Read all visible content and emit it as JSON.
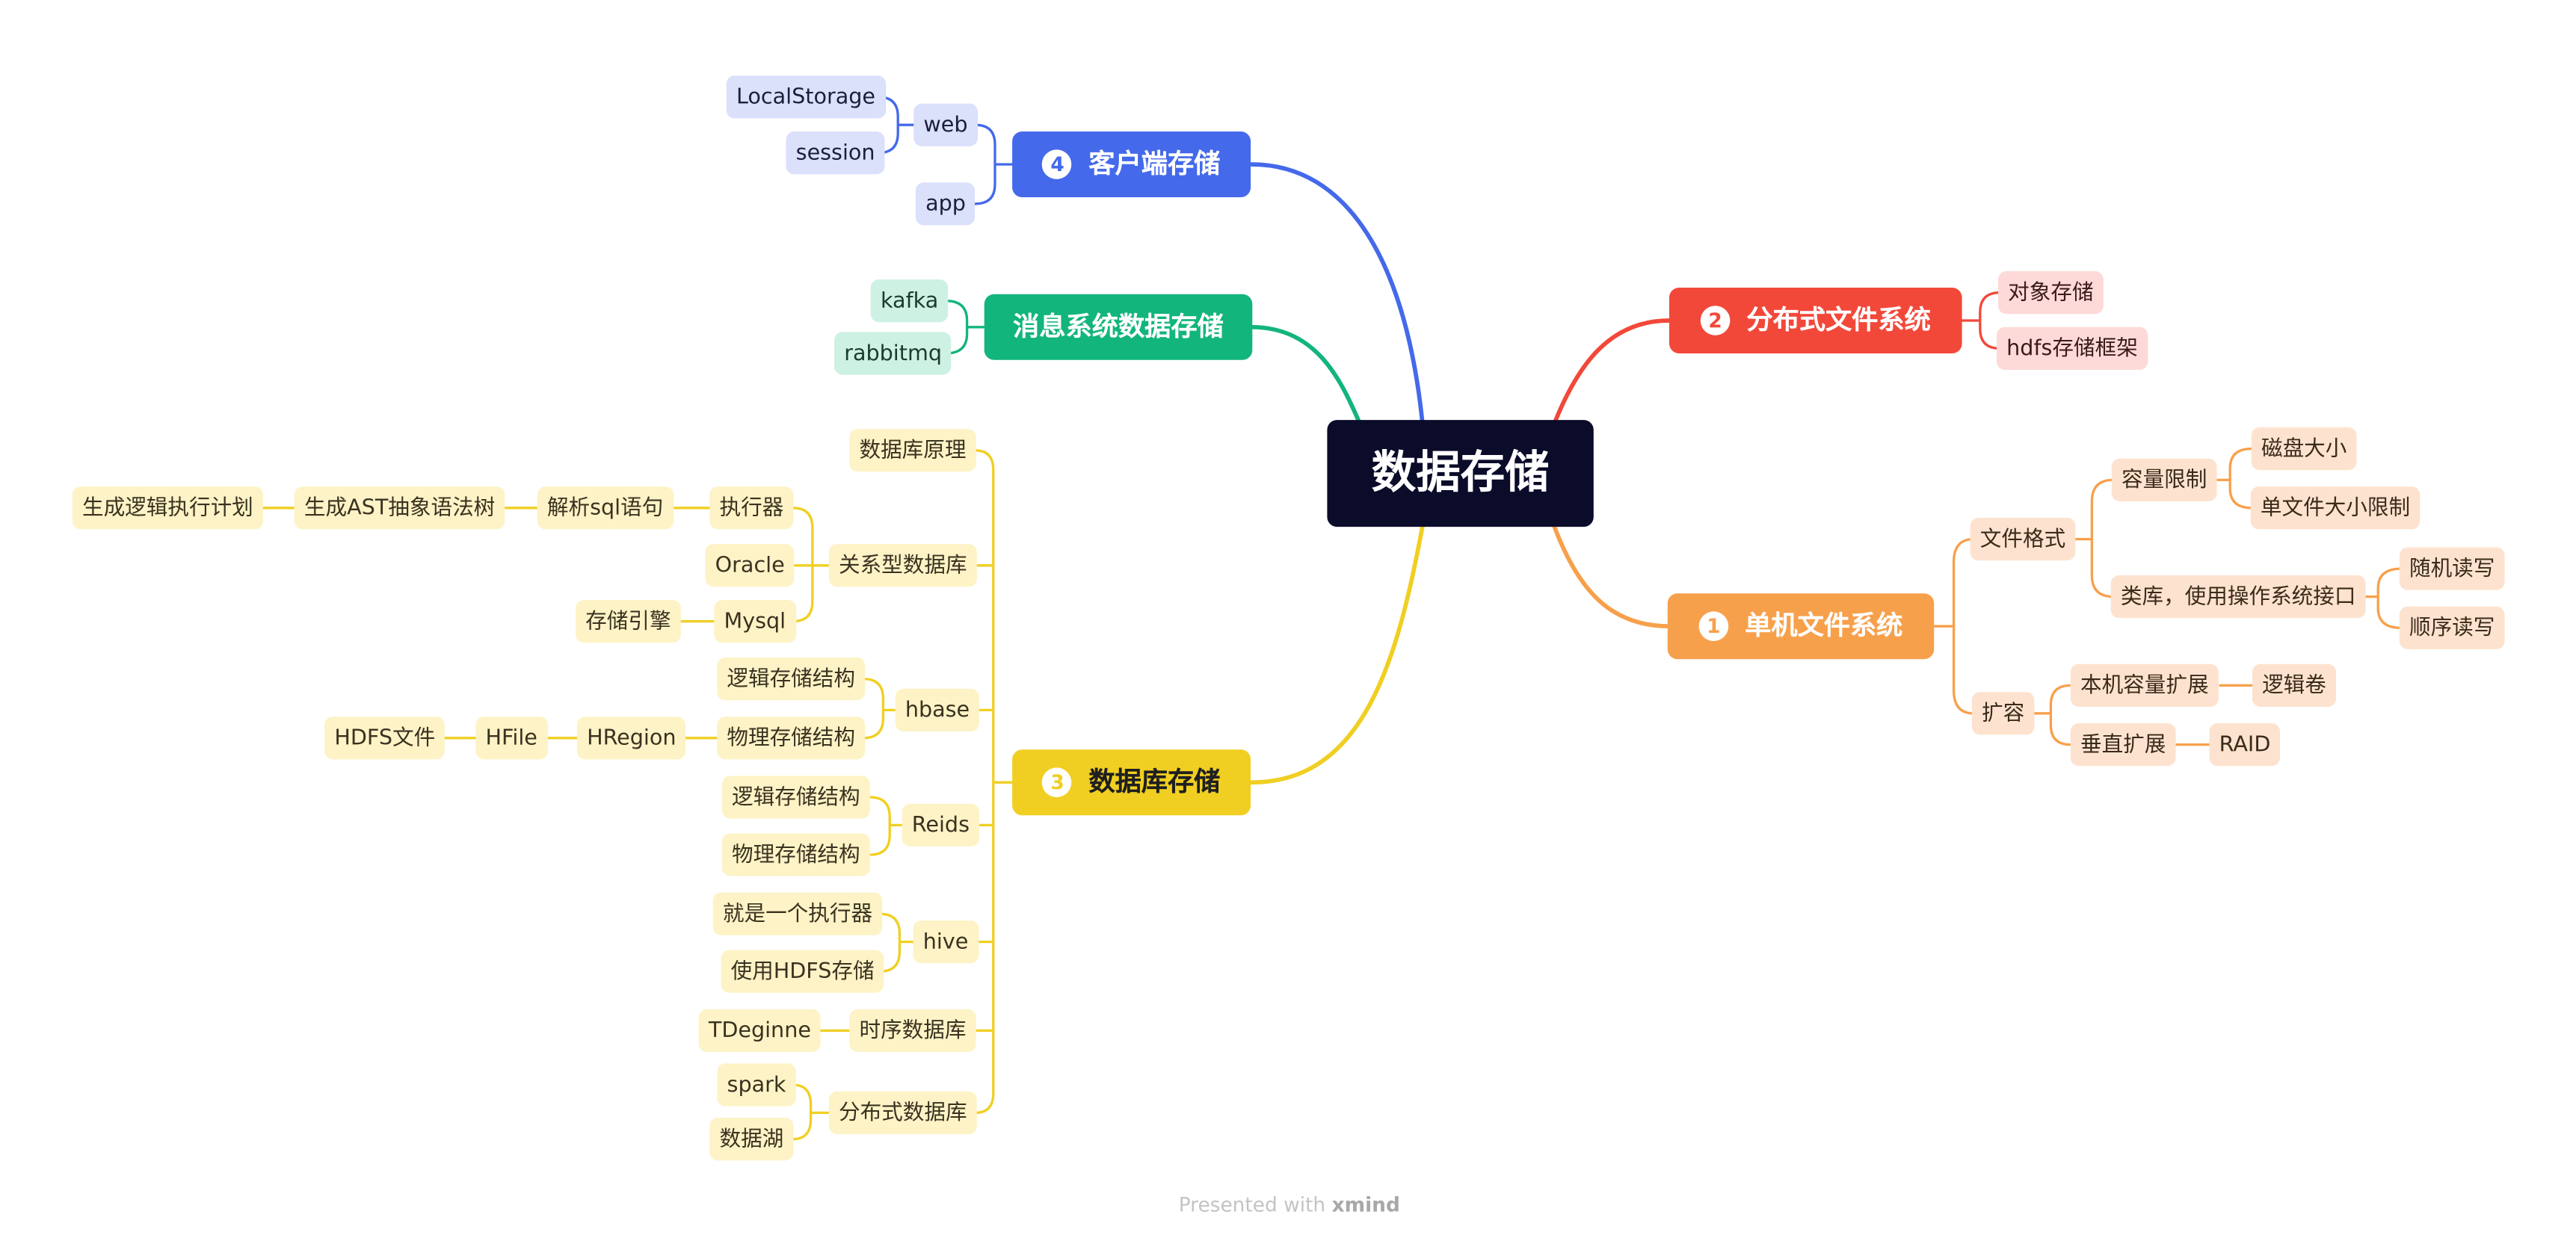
{
  "colors": {
    "root": "#0b0b2a",
    "orange": "#f7a04b",
    "red": "#f2483a",
    "yellow": "#f0cf22",
    "green": "#12b57b",
    "blue": "#4469ea"
  },
  "root": {
    "label": "数据存储"
  },
  "branches": {
    "local_fs": {
      "number": "1",
      "label": "单机文件系统",
      "file_format": "文件格式",
      "capacity_limit": "容量限制",
      "disk_size": "磁盘大小",
      "single_file_limit": "单文件大小限制",
      "os_interface": "类库，使用操作系统接口",
      "random_rw": "随机读写",
      "sequential_rw": "顺序读写",
      "expansion": "扩容",
      "local_expansion": "本机容量扩展",
      "logical_volume": "逻辑卷",
      "vertical_expansion": "垂直扩展",
      "raid": "RAID"
    },
    "distributed_fs": {
      "number": "2",
      "label": "分布式文件系统",
      "object_storage": "对象存储",
      "hdfs_framework": "hdfs存储框架"
    },
    "database": {
      "number": "3",
      "label": "数据库存储",
      "db_principle": "数据库原理",
      "relational_db": "关系型数据库",
      "executor": "执行器",
      "parse_sql": "解析sql语句",
      "gen_ast": "生成AST抽象语法树",
      "gen_plan": "生成逻辑执行计划",
      "oracle": "Oracle",
      "mysql": "Mysql",
      "storage_engine": "存储引擎",
      "hbase": "hbase",
      "hbase_logical": "逻辑存储结构",
      "hbase_physical": "物理存储结构",
      "hregion": "HRegion",
      "hfile": "HFile",
      "hdfs_file": "HDFS文件",
      "reids": "Reids",
      "reids_logical": "逻辑存储结构",
      "reids_physical": "物理存储结构",
      "hive": "hive",
      "hive_executor": "就是一个执行器",
      "hive_hdfs": "使用HDFS存储",
      "timeseries_db": "时序数据库",
      "tdengine": "TDeginne",
      "distributed_db": "分布式数据库",
      "spark": "spark",
      "data_lake": "数据湖"
    },
    "messaging": {
      "label": "消息系统数据存储",
      "kafka": "kafka",
      "rabbitmq": "rabbitmq"
    },
    "client": {
      "number": "4",
      "label": "客户端存储",
      "web": "web",
      "local_storage": "LocalStorage",
      "session": "session",
      "app": "app"
    }
  },
  "footer": {
    "prefix": "Presented with",
    "brand": "xmind"
  }
}
